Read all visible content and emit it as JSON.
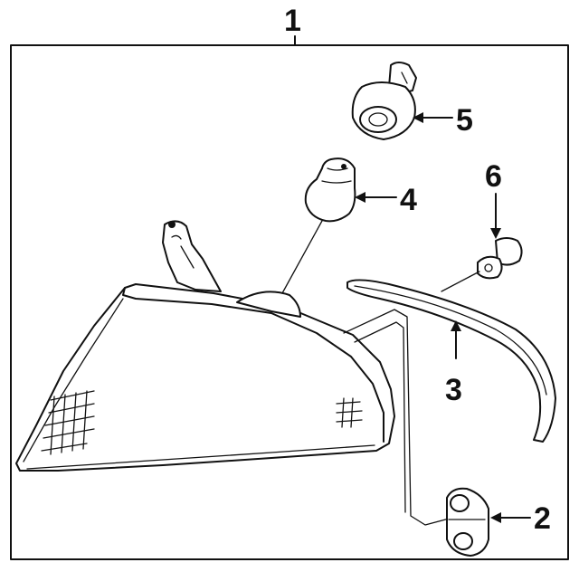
{
  "callouts": [
    {
      "id": "1",
      "label": "1"
    },
    {
      "id": "2",
      "label": "2"
    },
    {
      "id": "3",
      "label": "3"
    },
    {
      "id": "4",
      "label": "4"
    },
    {
      "id": "5",
      "label": "5"
    },
    {
      "id": "6",
      "label": "6"
    }
  ],
  "parts": [
    "lamp-assembly",
    "bracket",
    "molding-strip",
    "bulb",
    "bulb-socket",
    "clip"
  ]
}
